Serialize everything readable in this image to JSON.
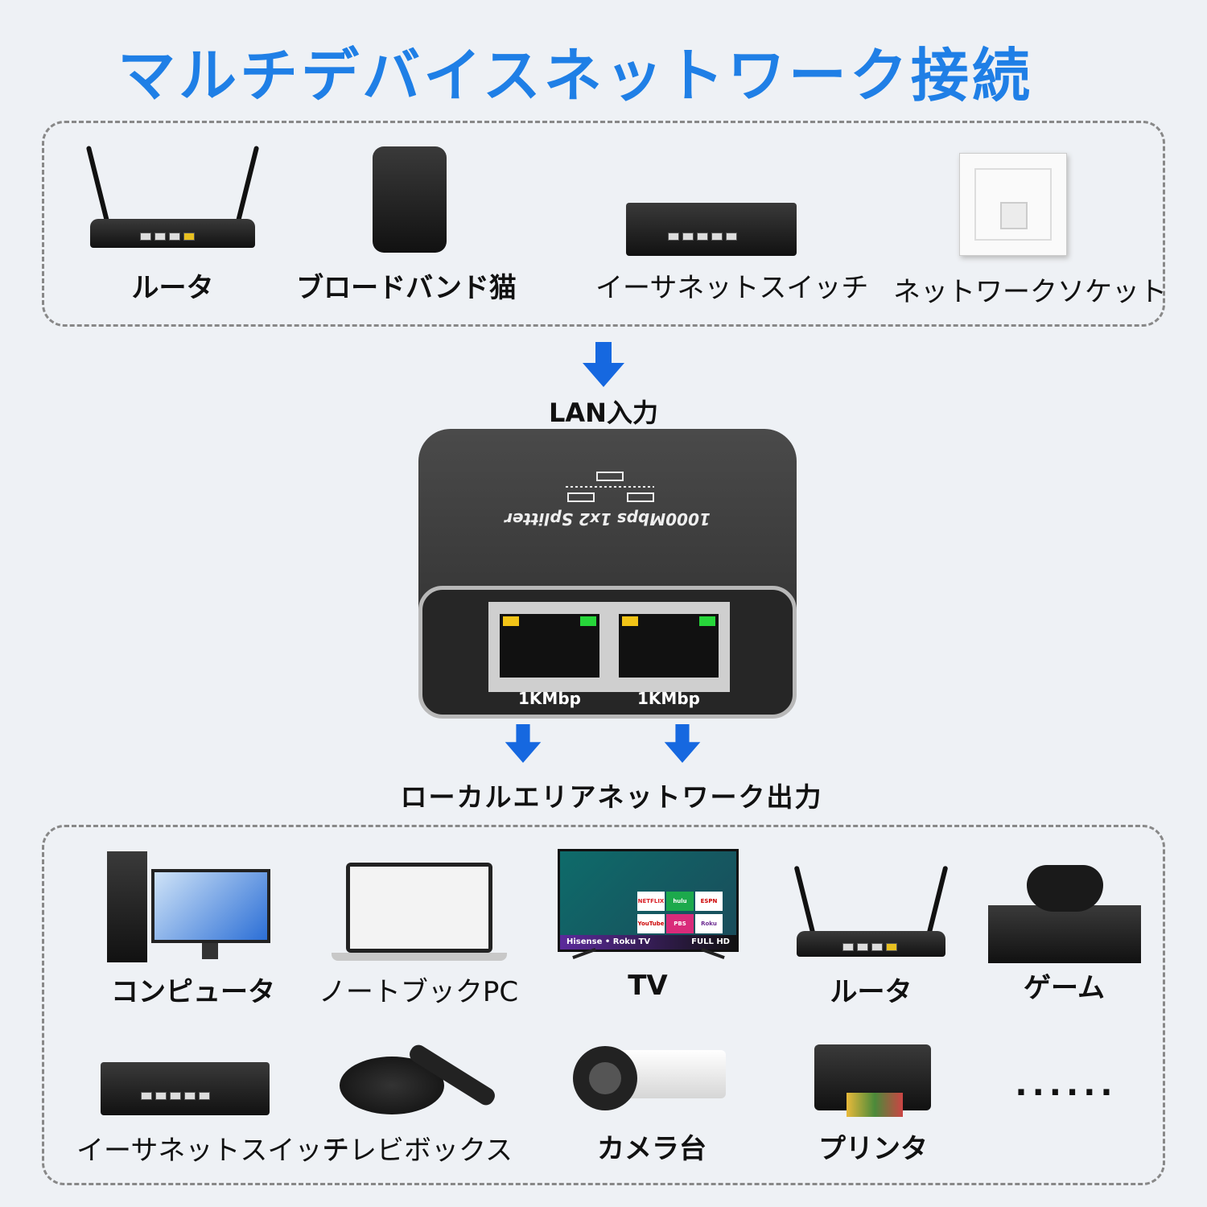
{
  "title": "マルチデバイスネットワーク接続",
  "input_devices": [
    {
      "label": "ルータ",
      "icon": "router-icon"
    },
    {
      "label": "ブロードバンド猫",
      "icon": "modem-icon"
    },
    {
      "label": "イーサネットスイッチ",
      "icon": "switch-icon"
    },
    {
      "label": "ネットワークソケット",
      "icon": "wall-socket-icon"
    }
  ],
  "lan_input_label": "LAN入力",
  "splitter": {
    "model_text": "1000Mbps 1x2 Splitter",
    "port_labels": [
      "1KMbp",
      "1KMbp"
    ],
    "led_colors": {
      "yellow": "#f2c417",
      "green": "#27d63a"
    }
  },
  "lan_output_label": "ローカルエリアネットワーク出力",
  "output_devices": [
    {
      "label": "コンピュータ",
      "icon": "desktop-computer-icon"
    },
    {
      "label": "ノートブックPC",
      "icon": "laptop-icon"
    },
    {
      "label": "TV",
      "icon": "tv-icon"
    },
    {
      "label": "ルータ",
      "icon": "router-icon"
    },
    {
      "label": "ゲーム",
      "icon": "game-console-icon"
    },
    {
      "label": "イーサネットスイッチ",
      "icon": "switch-icon"
    },
    {
      "label": "テレビボックス",
      "icon": "tv-box-icon"
    },
    {
      "label": "カメラ台",
      "icon": "security-camera-icon"
    },
    {
      "label": "プリンタ",
      "icon": "printer-icon"
    },
    {
      "label": "......",
      "icon": "more-icon"
    }
  ],
  "tv_screen": {
    "brand": "Hisense • Roku TV",
    "badge": "FULL HD",
    "apps": [
      "NETFLIX",
      "hulu",
      "ESPN",
      "YouTube",
      "PBS",
      "Roku"
    ]
  },
  "colors": {
    "accent": "#1f7fe6",
    "background": "#eef1f5",
    "arrow": "#1668e0"
  }
}
